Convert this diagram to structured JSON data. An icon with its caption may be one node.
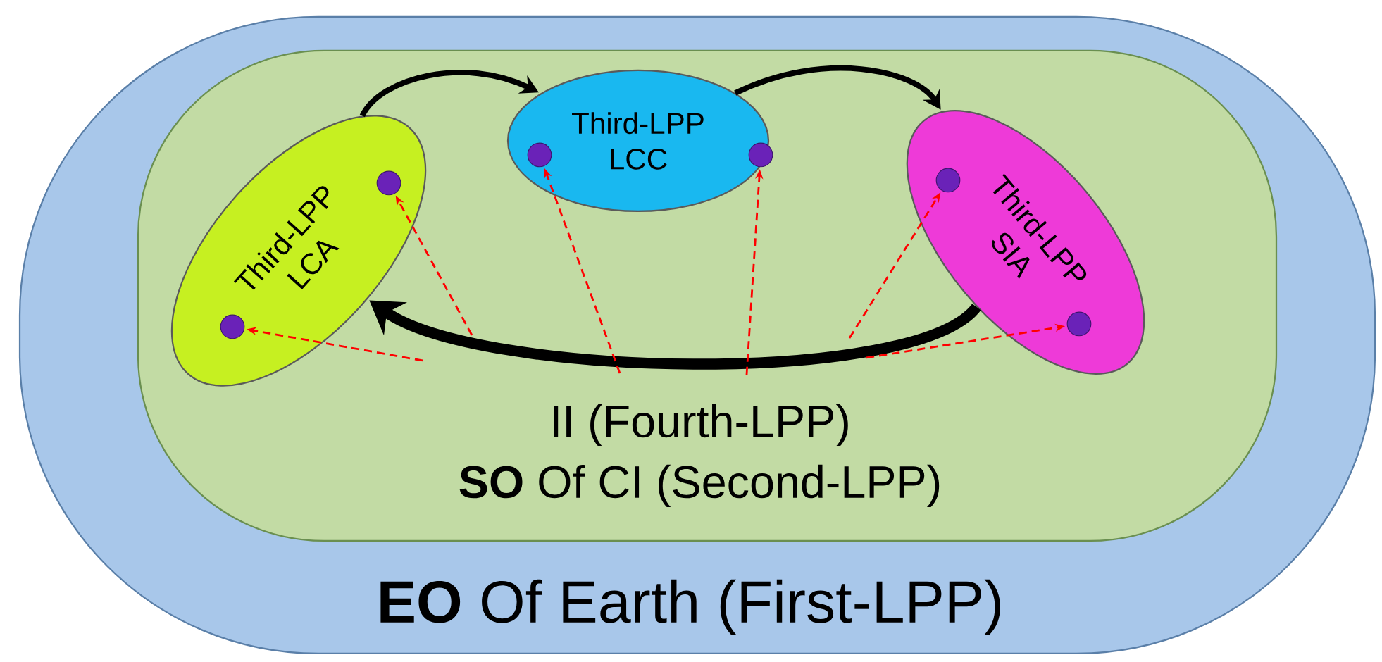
{
  "diagram": {
    "nodes": [
      {
        "text": [
          "**EO** Of Earth (First-LPP)"
        ]
      },
      {
        "text": [
          "II (Fourth-LPP)",
          "**SO** Of CI (Second-LPP)"
        ],
        "in": 0
      },
      {
        "text": [
          "Third-LPP LCA"
        ],
        "in": 1
      },
      {
        "text": [
          "Third-LPP LCC"
        ],
        "in": 1
      },
      {
        "text": [
          "Third-LPP SIA"
        ],
        "in": 1
      },
      {
        "text": [],
        "shape": "circle",
        "in": 2
      },
      {
        "text": [],
        "shape": "circle",
        "in": 2
      },
      {
        "text": [],
        "shape": "circle",
        "in": 3
      },
      {
        "text": [],
        "shape": "circle",
        "in": 3
      },
      {
        "text": [],
        "shape": "circle",
        "in": 4
      },
      {
        "text": [],
        "shape": "circle",
        "in": 4
      }
    ],
    "edges": [
      {
        "from": 2,
        "to": 3,
        "arrow": "to",
        "style": "thick",
        "color": "#000000"
      },
      {
        "from": 3,
        "to": 4,
        "arrow": "to",
        "style": "thick",
        "color": "#000000"
      },
      {
        "from": 4,
        "to": 2,
        "arrow": "to",
        "style": "thick",
        "color": "#000000"
      },
      {
        "from": null,
        "to": 6,
        "arrow": "to",
        "style": "dashed"
      },
      {
        "from": null,
        "to": 5,
        "arrow": "to",
        "style": "dashed"
      },
      {
        "from": null,
        "to": 7,
        "arrow": "to",
        "style": "dashed"
      },
      {
        "from": null,
        "to": 8,
        "arrow": "to",
        "style": "dashed"
      },
      {
        "from": null,
        "to": 9,
        "arrow": "to",
        "style": "dashed"
      },
      {
        "from": null,
        "to": 10,
        "arrow": "to",
        "style": "dashed"
      }
    ]
  }
}
